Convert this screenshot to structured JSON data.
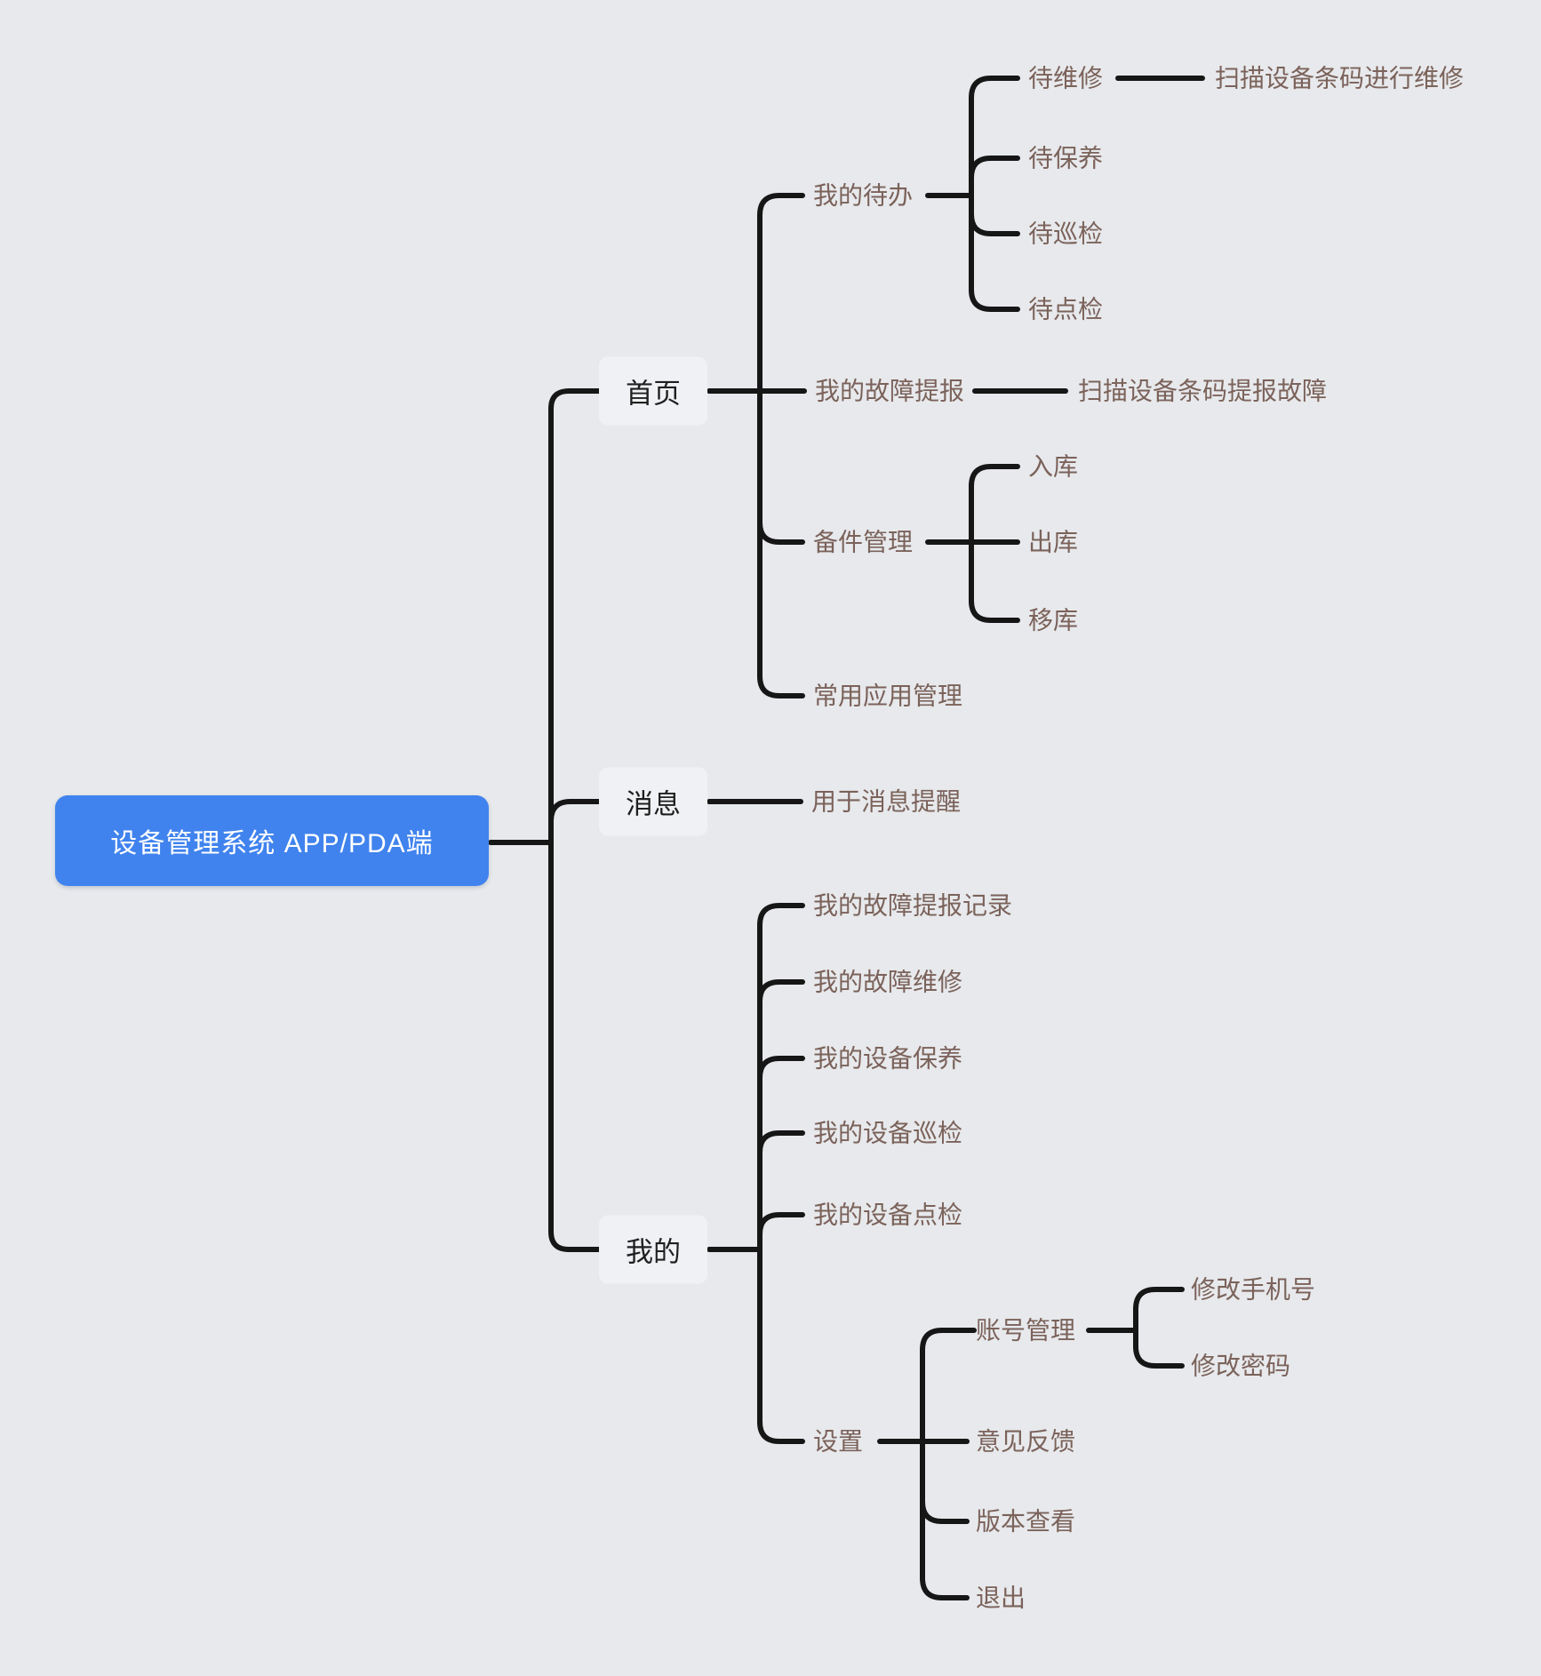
{
  "colors": {
    "background": "#e7e9ec",
    "root_bg": "#4083ee",
    "root_text": "#ffffff",
    "level1_bg": "#eff1f4",
    "level1_text": "#1f1f1f",
    "branch_text": "#7b625a",
    "line": "#161616"
  },
  "tree": {
    "label": "设备管理系统 APP/PDA端",
    "children": [
      {
        "label": "首页",
        "children": [
          {
            "label": "我的待办",
            "children": [
              {
                "label": "待维修",
                "children": [
                  {
                    "label": "扫描设备条码进行维修"
                  }
                ]
              },
              {
                "label": "待保养"
              },
              {
                "label": "待巡检"
              },
              {
                "label": "待点检"
              }
            ]
          },
          {
            "label": "我的故障提报",
            "children": [
              {
                "label": "扫描设备条码提报故障"
              }
            ]
          },
          {
            "label": "备件管理",
            "children": [
              {
                "label": "入库"
              },
              {
                "label": "出库"
              },
              {
                "label": "移库"
              }
            ]
          },
          {
            "label": "常用应用管理"
          }
        ]
      },
      {
        "label": "消息",
        "children": [
          {
            "label": "用于消息提醒"
          }
        ]
      },
      {
        "label": "我的",
        "children": [
          {
            "label": "我的故障提报记录"
          },
          {
            "label": "我的故障维修"
          },
          {
            "label": "我的设备保养"
          },
          {
            "label": "我的设备巡检"
          },
          {
            "label": "我的设备点检"
          },
          {
            "label": "设置",
            "children": [
              {
                "label": "账号管理",
                "children": [
                  {
                    "label": "修改手机号"
                  },
                  {
                    "label": "修改密码"
                  }
                ]
              },
              {
                "label": "意见反馈"
              },
              {
                "label": "版本查看"
              },
              {
                "label": "退出"
              }
            ]
          }
        ]
      }
    ]
  }
}
